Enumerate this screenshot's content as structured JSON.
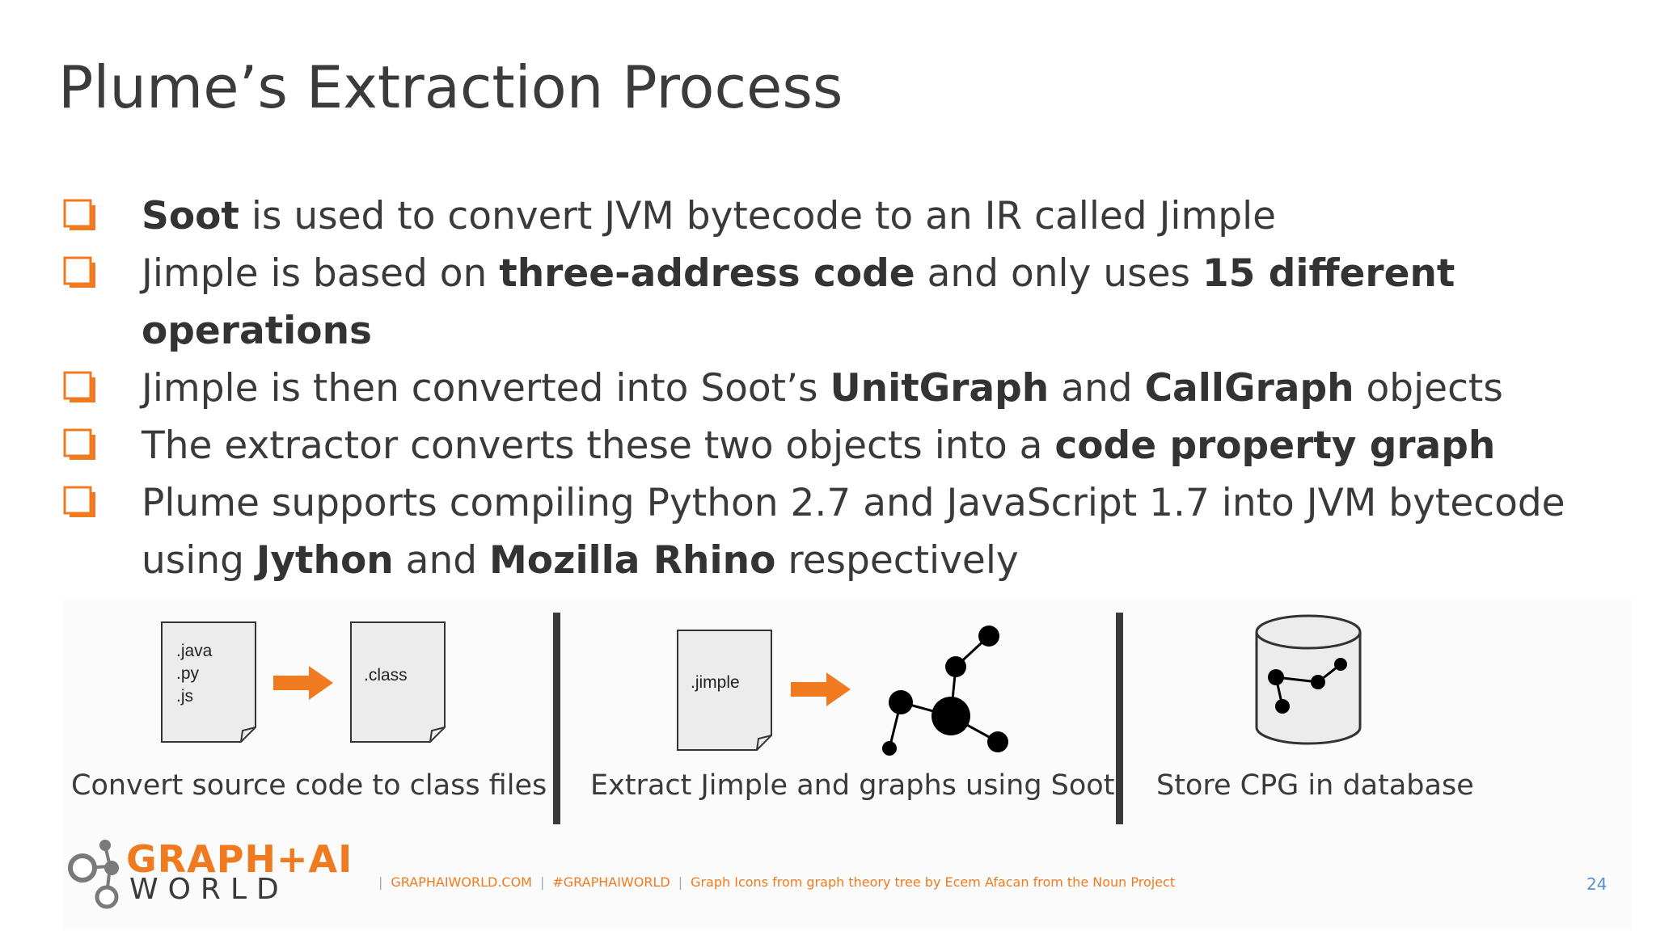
{
  "slide": {
    "title": "Plume’s Extraction Process",
    "page_number": "24"
  },
  "bullets": [
    {
      "parts": [
        {
          "t": "Soot",
          "b": true
        },
        {
          "t": " is used to convert JVM bytecode to an IR called Jimple",
          "b": false
        }
      ]
    },
    {
      "parts": [
        {
          "t": "Jimple is based on ",
          "b": false
        },
        {
          "t": "three-address code",
          "b": true
        },
        {
          "t": " and only uses ",
          "b": false
        },
        {
          "t": "15 different operations",
          "b": true
        }
      ]
    },
    {
      "parts": [
        {
          "t": "Jimple is then converted into Soot’s ",
          "b": false
        },
        {
          "t": "UnitGraph",
          "b": true
        },
        {
          "t": " and ",
          "b": false
        },
        {
          "t": "CallGraph",
          "b": true
        },
        {
          "t": " objects",
          "b": false
        }
      ]
    },
    {
      "parts": [
        {
          "t": "The extractor converts these two objects into a ",
          "b": false
        },
        {
          "t": "code property graph",
          "b": true
        }
      ]
    },
    {
      "parts": [
        {
          "t": "Plume supports compiling Python 2.7 and JavaScript 1.7 into JVM bytecode using ",
          "b": false
        },
        {
          "t": "Jython",
          "b": true
        },
        {
          "t": " and ",
          "b": false
        },
        {
          "t": "Mozilla Rhino",
          "b": true
        },
        {
          "t": " respectively",
          "b": false
        }
      ]
    }
  ],
  "diagram": {
    "source_file_lines": [
      ".java",
      ".py",
      ".js"
    ],
    "class_file_label": ".class",
    "jimple_file_label": ".jimple",
    "caption_convert": "Convert source code to class files",
    "caption_extract": "Extract Jimple and graphs using Soot",
    "caption_store": "Store CPG in database"
  },
  "footer": {
    "site": "GRAPHAIWORLD.COM",
    "hashtag": "#GRAPHAIWORLD",
    "credit": "Graph Icons from graph theory tree by Ecem Afacan from the Noun Project"
  },
  "logo": {
    "line1": "GRAPH+AI",
    "line2": "WORLD"
  },
  "colors": {
    "accent": "#f07a1f",
    "text": "#3a3a3a",
    "page_number": "#5a8fd0"
  }
}
